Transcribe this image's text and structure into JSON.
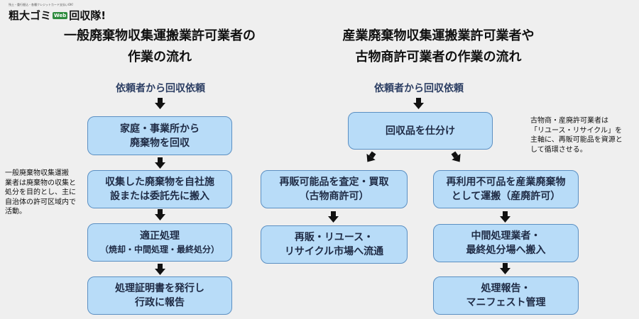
{
  "logo": {
    "tagline": "残土・重行掘込・各種クレジットカード支払いOK!",
    "name_part1": "粗大ゴミ",
    "badge": "Web",
    "name_part2": "回収隊!"
  },
  "left": {
    "title_line1": "一般廃棄物収集運搬業許可業者の",
    "title_line2": "作業の流れ",
    "start": "依頼者から回収依頼",
    "steps": [
      {
        "line1": "家庭・事業所から",
        "line2": "廃棄物を回収"
      },
      {
        "line1": "収集した廃棄物を自社施",
        "line2": "設または委託先に搬入"
      },
      {
        "line1": "適正処理",
        "line2": "（焼却・中間処理・最終処分）"
      },
      {
        "line1": "処理証明書を発行し",
        "line2": "行政に報告"
      }
    ],
    "note": [
      "一般廃棄物収集運搬",
      "業者は廃棄物の収集と",
      "処分を目的とし、主に",
      "自治体の許可区域内で",
      "活動。"
    ]
  },
  "right": {
    "title_line1": "産業廃棄物収集運搬業許可業者や",
    "title_line2": "古物商許可業者の作業の流れ",
    "start": "依頼者から回収依頼",
    "sort": "回収品を仕分け",
    "branch_left": [
      {
        "line1": "再販可能品を査定・買取",
        "line2": "（古物商許可）"
      },
      {
        "line1": "再販・リユース・",
        "line2": "リサイクル市場へ流通"
      }
    ],
    "branch_right": [
      {
        "line1": "再利用不可品を産業廃棄物",
        "line2": "として運搬（産廃許可）"
      },
      {
        "line1": "中間処理業者・",
        "line2": "最終処分場へ搬入"
      },
      {
        "line1": "処理報告・",
        "line2": "マニフェスト管理"
      }
    ],
    "note": [
      "古物商・産廃許可業者は",
      "「リユース・リサイクル」を",
      "主軸に、再販可能品を資源と",
      "して循環させる。"
    ]
  },
  "colors": {
    "box_fill": "#b8dcf8",
    "box_border": "#5b8fc2",
    "arrow": "#111111",
    "label": "#2c3e63"
  }
}
